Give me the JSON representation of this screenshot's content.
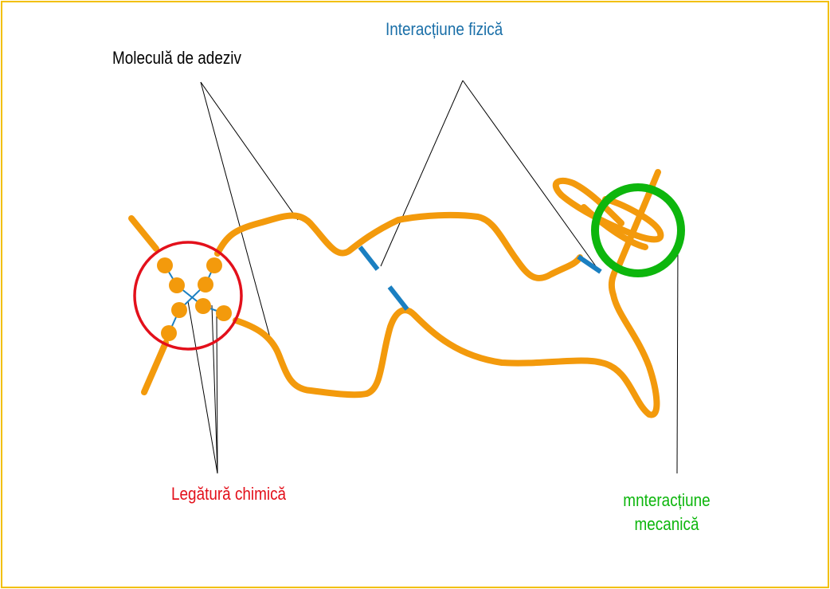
{
  "labels": {
    "adhesive_molecule": "Moleculă de adeziv",
    "physical_interaction": "Interacțiune fizică",
    "chemical_bond": "Legătură chimică",
    "mechanical_interaction_line1": "mnteracțiune",
    "mechanical_interaction_line2": "mecanică"
  },
  "colors": {
    "frame_border": "#f2c000",
    "molecule_chain": "#f39a0c",
    "physical_bond": "#1a7fc1",
    "chemical_circle": "#e3101b",
    "mechanical_circle": "#0db60d",
    "adhesive_label": "#000000",
    "physical_label": "#1a6fa8",
    "chemical_label": "#e3101b",
    "mechanical_label": "#0db60d"
  }
}
